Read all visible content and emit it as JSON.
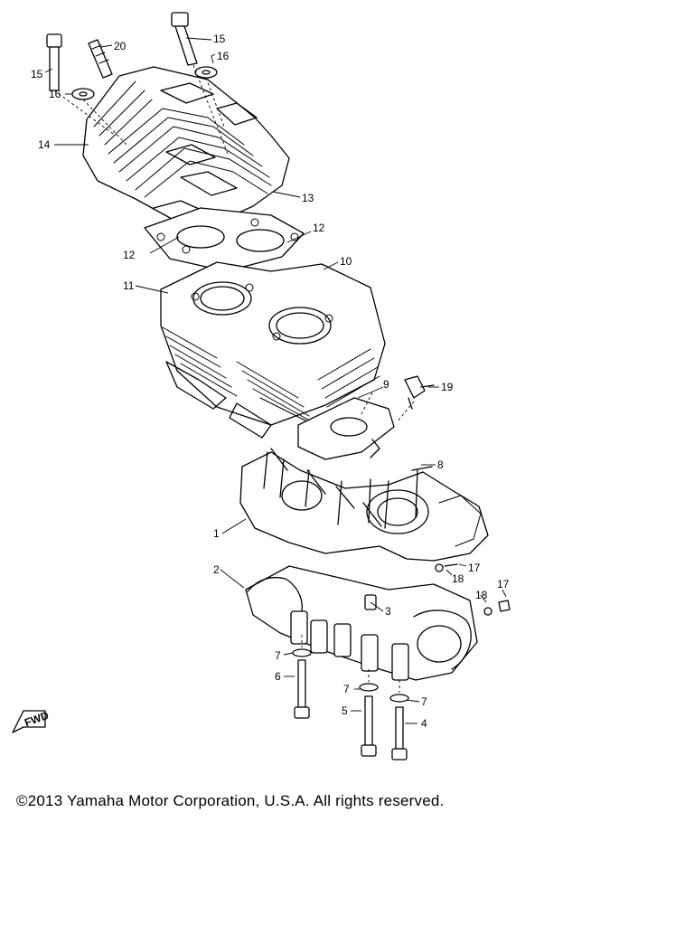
{
  "diagram": {
    "fwd_label": "FWD",
    "callouts": [
      "1",
      "2",
      "3",
      "4",
      "5",
      "6",
      "7",
      "7",
      "7",
      "8",
      "9",
      "10",
      "11",
      "12",
      "12",
      "13",
      "14",
      "15",
      "15",
      "16",
      "16",
      "17",
      "17",
      "18",
      "18",
      "19",
      "20"
    ]
  },
  "footer": {
    "copyright": "©2013 Yamaha Motor Corporation, U.S.A. All rights reserved."
  }
}
